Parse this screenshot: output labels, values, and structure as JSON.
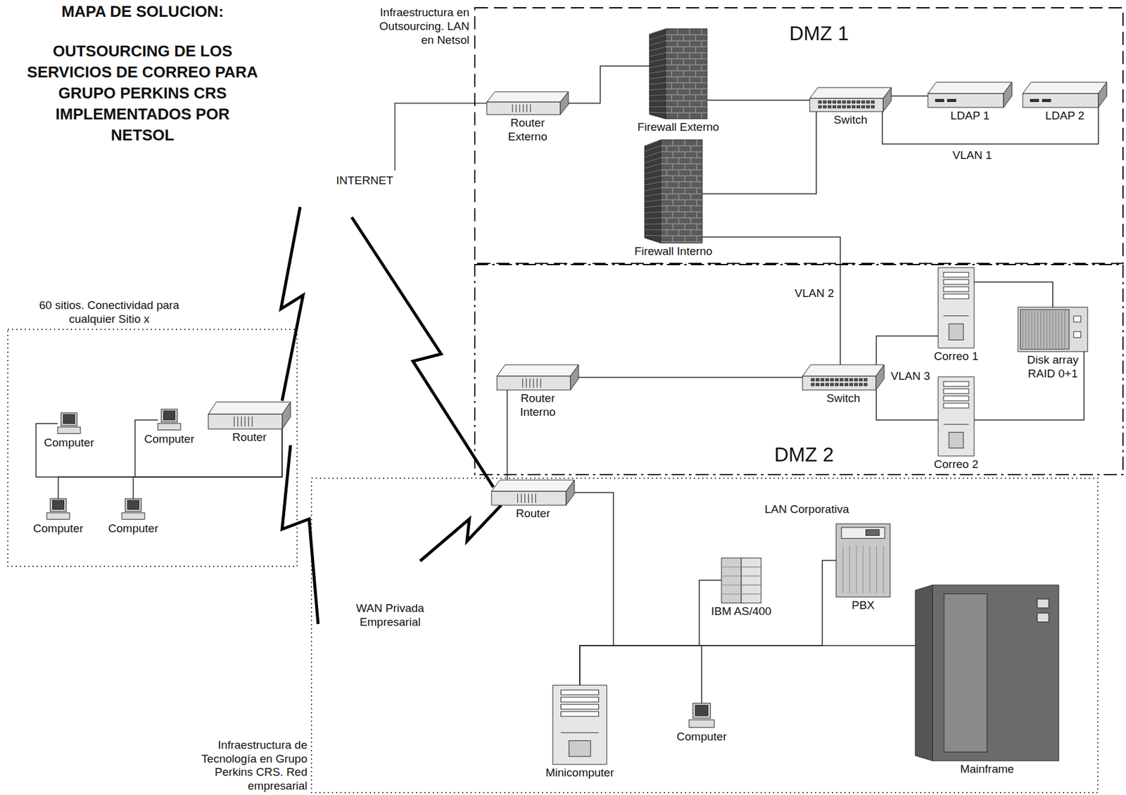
{
  "diagram": {
    "title": "MAPA DE SOLUCION:",
    "nodes": [
      {
        "text": [
          "Infraestructura en Outsourcing. LAN en Netsol",
          "DMZ 1"
        ]
      },
      {
        "text": [
          "Router Externo"
        ],
        "in": 0
      },
      {
        "text": [
          "Firewall Externo"
        ],
        "in": 0
      },
      {
        "text": [
          "Switch"
        ],
        "in": 0
      },
      {
        "text": [
          "LDAP 1"
        ],
        "in": 0
      },
      {
        "text": [
          "LDAP 2"
        ],
        "in": 0
      },
      {
        "text": [
          "Firewall Interno"
        ],
        "in": 0
      },
      {
        "text": [
          "DMZ 2"
        ]
      },
      {
        "text": [
          "Router Interno"
        ],
        "in": 7
      },
      {
        "text": [
          "Switch"
        ],
        "in": 7
      },
      {
        "text": [
          "Correo 1"
        ],
        "in": 7
      },
      {
        "text": [
          "Correo 2"
        ],
        "in": 7
      },
      {
        "text": [
          "Disk array RAID 0+1"
        ],
        "in": 7
      },
      {
        "text": [
          "60 sitios. Conectividad para cualquier Sitio x"
        ]
      },
      {
        "text": [
          "Computer"
        ],
        "in": 13
      },
      {
        "text": [
          "Computer"
        ],
        "in": 13
      },
      {
        "text": [
          "Computer"
        ],
        "in": 13
      },
      {
        "text": [
          "Computer"
        ],
        "in": 13
      },
      {
        "text": [
          "Router"
        ],
        "in": 13
      },
      {
        "text": [
          "Infraestructura de Tecnología en Grupo Perkins CRS. Red empresarial",
          "LAN Corporativa"
        ]
      },
      {
        "text": [
          "Router"
        ],
        "in": 19
      },
      {
        "text": [
          "IBM AS/400"
        ],
        "in": 19
      },
      {
        "text": [
          "PBX"
        ],
        "in": 19
      },
      {
        "text": [
          "Mainframe"
        ],
        "in": 19
      },
      {
        "text": [
          "Minicomputer"
        ],
        "in": 19
      },
      {
        "text": [
          "Computer"
        ],
        "in": 19
      }
    ],
    "edges": [
      {
        "from": 1,
        "to": 2,
        "arrow": "none"
      },
      {
        "from": 2,
        "to": 3,
        "arrow": "none"
      },
      {
        "from": 3,
        "to": 4,
        "arrow": "none"
      },
      {
        "from": 3,
        "to": 5,
        "label": "VLAN 1",
        "arrow": "none"
      },
      {
        "from": 3,
        "to": 6,
        "arrow": "none"
      },
      {
        "from": 6,
        "to": 9,
        "label": "VLAN 2",
        "arrow": "none"
      },
      {
        "from": 8,
        "to": 9,
        "arrow": "none"
      },
      {
        "from": 9,
        "to": 10,
        "label": "VLAN 3",
        "arrow": "none"
      },
      {
        "from": 9,
        "to": 11,
        "arrow": "none"
      },
      {
        "from": 10,
        "to": 12,
        "arrow": "none"
      },
      {
        "from": 11,
        "to": 12,
        "arrow": "none"
      },
      {
        "from": 14,
        "to": 18,
        "arrow": "none"
      },
      {
        "from": 15,
        "to": 18,
        "arrow": "none"
      },
      {
        "from": 16,
        "to": 18,
        "arrow": "none"
      },
      {
        "from": 17,
        "to": 18,
        "arrow": "none"
      },
      {
        "from": 8,
        "to": 20,
        "arrow": "none"
      },
      {
        "from": 20,
        "to": 24,
        "arrow": "none"
      },
      {
        "from": 24,
        "to": 21,
        "arrow": "none"
      },
      {
        "from": 24,
        "to": 25,
        "arrow": "none"
      },
      {
        "from": 24,
        "to": 22,
        "arrow": "none"
      },
      {
        "from": 24,
        "to": 23,
        "arrow": "none"
      }
    ],
    "labels": [
      "OUTSOURCING DE LOS SERVICIOS DE CORREO PARA GRUPO PERKINS CRS IMPLEMENTADOS POR NETSOL",
      "INTERNET",
      "WAN Privada Empresarial"
    ]
  }
}
